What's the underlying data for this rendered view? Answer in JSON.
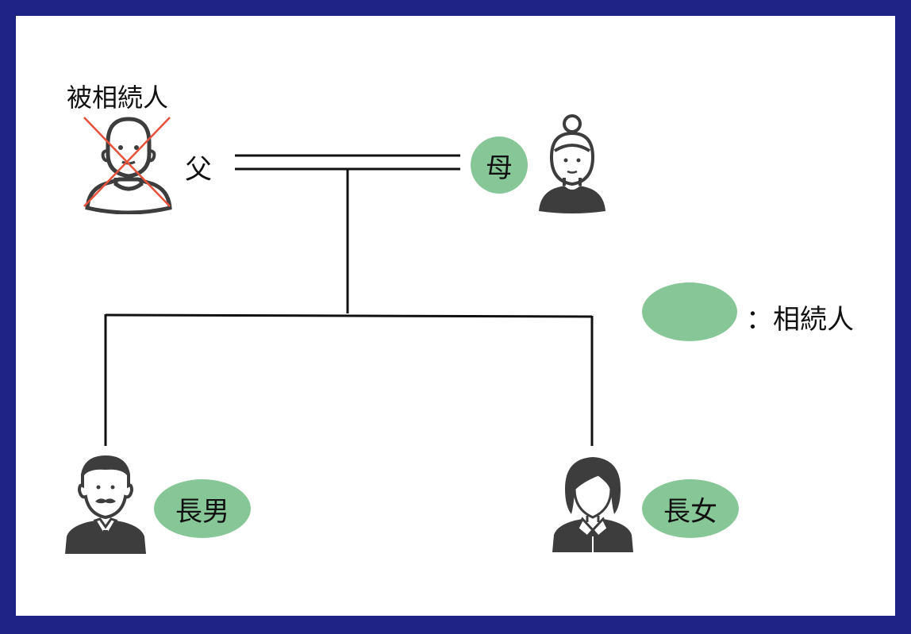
{
  "deceased": {
    "label": "被相続人"
  },
  "father": {
    "label": "父"
  },
  "mother": {
    "label": "母"
  },
  "eldest_son": {
    "label": "長男"
  },
  "eldest_daughter": {
    "label": "長女"
  },
  "legend": {
    "text": "：相続人"
  },
  "colors": {
    "heir": "#87c797",
    "frame": "#1f2386",
    "cross": "#e8503a",
    "icon": "#3d3d3d"
  },
  "icons": [
    "old-man-icon",
    "old-woman-icon",
    "man-icon",
    "woman-icon",
    "cross-mark-icon"
  ]
}
